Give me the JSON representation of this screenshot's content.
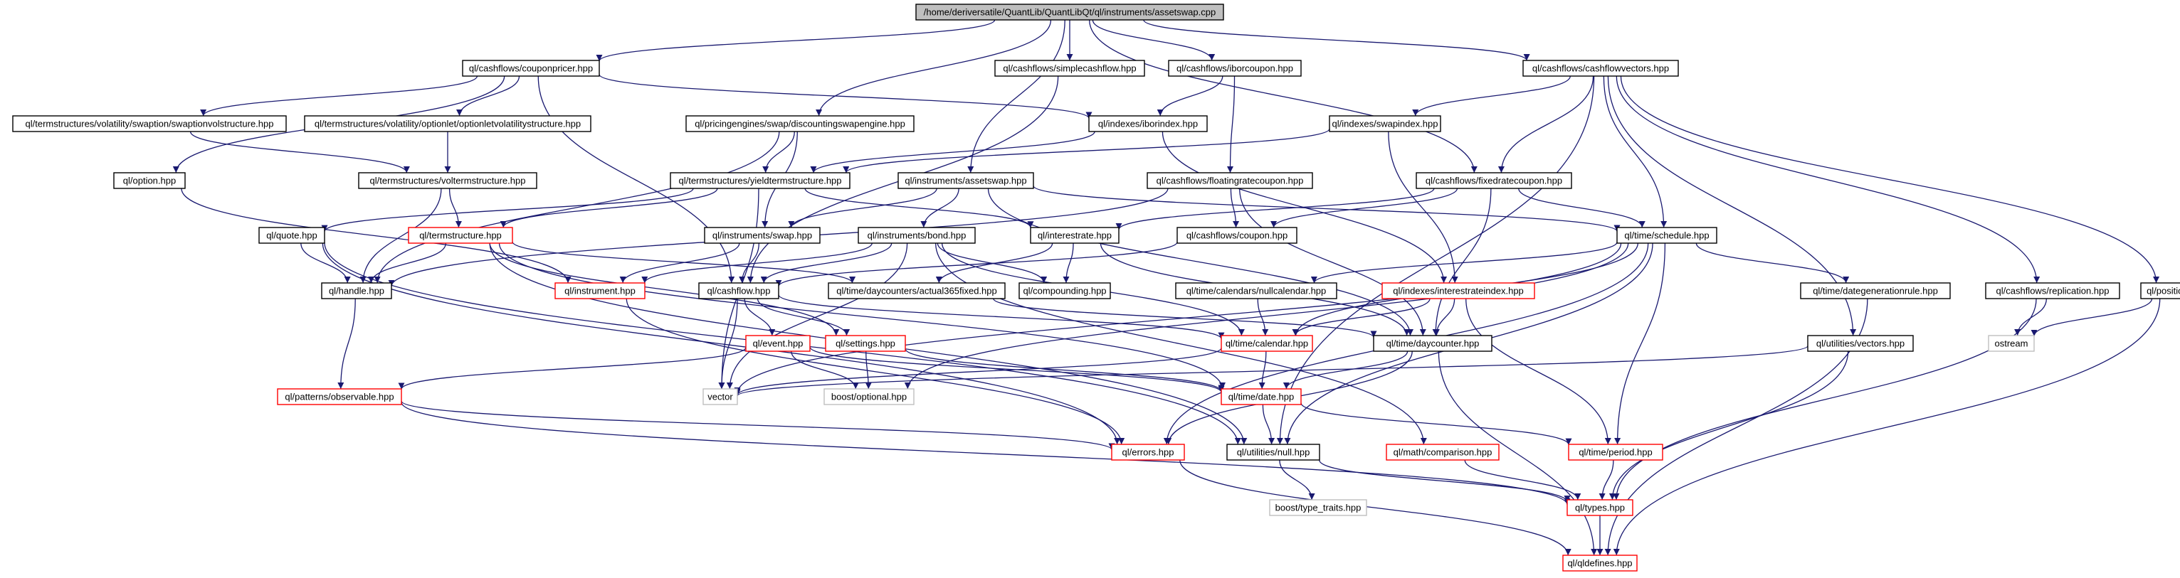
{
  "colors": {
    "edge": "#191970",
    "border_normal": "#000000",
    "border_truncated": "#ff0000",
    "border_external": "#bfbfbf",
    "root_fill": "#bfbfbf",
    "fill": "#ffffff"
  },
  "nodes": [
    {
      "id": "root",
      "label": "/home/deriversatile/QuantLib/QuantLibQt/ql/instruments/assetswap.cpp",
      "kind": "root"
    },
    {
      "id": "couponpricer",
      "label": "ql/cashflows/couponpricer.hpp",
      "kind": "normal"
    },
    {
      "id": "simplecashflow",
      "label": "ql/cashflows/simplecashflow.hpp",
      "kind": "normal"
    },
    {
      "id": "iborcoupon",
      "label": "ql/cashflows/iborcoupon.hpp",
      "kind": "normal"
    },
    {
      "id": "cashflowvectors",
      "label": "ql/cashflows/cashflowvectors.hpp",
      "kind": "normal"
    },
    {
      "id": "swaptionvol",
      "label": "ql/termstructures/volatility/swaption/swaptionvolstructure.hpp",
      "kind": "normal"
    },
    {
      "id": "optionletvol",
      "label": "ql/termstructures/volatility/optionlet/optionletvolatilitystructure.hpp",
      "kind": "normal"
    },
    {
      "id": "discountingswapengine",
      "label": "ql/pricingengines/swap/discountingswapengine.hpp",
      "kind": "normal"
    },
    {
      "id": "iborindex",
      "label": "ql/indexes/iborindex.hpp",
      "kind": "normal"
    },
    {
      "id": "swapindex",
      "label": "ql/indexes/swapindex.hpp",
      "kind": "normal"
    },
    {
      "id": "option",
      "label": "ql/option.hpp",
      "kind": "normal"
    },
    {
      "id": "voltermstructure",
      "label": "ql/termstructures/voltermstructure.hpp",
      "kind": "normal"
    },
    {
      "id": "yieldtermstructure",
      "label": "ql/termstructures/yieldtermstructure.hpp",
      "kind": "normal"
    },
    {
      "id": "assetswap",
      "label": "ql/instruments/assetswap.hpp",
      "kind": "normal"
    },
    {
      "id": "floatingratecoupon",
      "label": "ql/cashflows/floatingratecoupon.hpp",
      "kind": "normal"
    },
    {
      "id": "fixedratecoupon",
      "label": "ql/cashflows/fixedratecoupon.hpp",
      "kind": "normal"
    },
    {
      "id": "quote",
      "label": "ql/quote.hpp",
      "kind": "normal"
    },
    {
      "id": "termstructure",
      "label": "ql/termstructure.hpp",
      "kind": "truncated"
    },
    {
      "id": "swap",
      "label": "ql/instruments/swap.hpp",
      "kind": "normal"
    },
    {
      "id": "bond",
      "label": "ql/instruments/bond.hpp",
      "kind": "normal"
    },
    {
      "id": "interestrate",
      "label": "ql/interestrate.hpp",
      "kind": "normal"
    },
    {
      "id": "coupon",
      "label": "ql/cashflows/coupon.hpp",
      "kind": "normal"
    },
    {
      "id": "schedule",
      "label": "ql/time/schedule.hpp",
      "kind": "normal"
    },
    {
      "id": "handle",
      "label": "ql/handle.hpp",
      "kind": "normal"
    },
    {
      "id": "instrument",
      "label": "ql/instrument.hpp",
      "kind": "truncated"
    },
    {
      "id": "cashflow",
      "label": "ql/cashflow.hpp",
      "kind": "normal"
    },
    {
      "id": "actual365fixed",
      "label": "ql/time/daycounters/actual365fixed.hpp",
      "kind": "normal"
    },
    {
      "id": "compounding",
      "label": "ql/compounding.hpp",
      "kind": "normal"
    },
    {
      "id": "nullcalendar",
      "label": "ql/time/calendars/nullcalendar.hpp",
      "kind": "normal"
    },
    {
      "id": "interestrateindex",
      "label": "ql/indexes/interestrateindex.hpp",
      "kind": "truncated"
    },
    {
      "id": "dategenerationrule",
      "label": "ql/time/dategenerationrule.hpp",
      "kind": "normal"
    },
    {
      "id": "replication",
      "label": "ql/cashflows/replication.hpp",
      "kind": "normal"
    },
    {
      "id": "position",
      "label": "ql/position.hpp",
      "kind": "normal"
    },
    {
      "id": "event",
      "label": "ql/event.hpp",
      "kind": "truncated"
    },
    {
      "id": "settings",
      "label": "ql/settings.hpp",
      "kind": "truncated"
    },
    {
      "id": "calendar",
      "label": "ql/time/calendar.hpp",
      "kind": "truncated"
    },
    {
      "id": "daycounter",
      "label": "ql/time/daycounter.hpp",
      "kind": "normal"
    },
    {
      "id": "vectors",
      "label": "ql/utilities/vectors.hpp",
      "kind": "normal"
    },
    {
      "id": "ostream",
      "label": "ostream",
      "kind": "external"
    },
    {
      "id": "observable",
      "label": "ql/patterns/observable.hpp",
      "kind": "truncated"
    },
    {
      "id": "vector",
      "label": "vector",
      "kind": "external"
    },
    {
      "id": "optional",
      "label": "boost/optional.hpp",
      "kind": "external"
    },
    {
      "id": "date",
      "label": "ql/time/date.hpp",
      "kind": "truncated"
    },
    {
      "id": "errors",
      "label": "ql/errors.hpp",
      "kind": "truncated"
    },
    {
      "id": "null",
      "label": "ql/utilities/null.hpp",
      "kind": "normal"
    },
    {
      "id": "comparison",
      "label": "ql/math/comparison.hpp",
      "kind": "truncated"
    },
    {
      "id": "period",
      "label": "ql/time/period.hpp",
      "kind": "truncated"
    },
    {
      "id": "type_traits",
      "label": "boost/type_traits.hpp",
      "kind": "external"
    },
    {
      "id": "types",
      "label": "ql/types.hpp",
      "kind": "truncated"
    },
    {
      "id": "qldefines",
      "label": "ql/qldefines.hpp",
      "kind": "truncated"
    }
  ],
  "edges": [
    [
      "root",
      "couponpricer"
    ],
    [
      "root",
      "simplecashflow"
    ],
    [
      "root",
      "iborcoupon"
    ],
    [
      "root",
      "cashflowvectors"
    ],
    [
      "root",
      "discountingswapengine"
    ],
    [
      "root",
      "assetswap"
    ],
    [
      "root",
      "fixedratecoupon"
    ],
    [
      "couponpricer",
      "swaptionvol"
    ],
    [
      "couponpricer",
      "optionletvol"
    ],
    [
      "couponpricer",
      "iborindex"
    ],
    [
      "couponpricer",
      "option"
    ],
    [
      "couponpricer",
      "cashflow"
    ],
    [
      "iborcoupon",
      "iborindex"
    ],
    [
      "iborcoupon",
      "floatingratecoupon"
    ],
    [
      "cashflowvectors",
      "swapindex"
    ],
    [
      "cashflowvectors",
      "fixedratecoupon"
    ],
    [
      "cashflowvectors",
      "schedule"
    ],
    [
      "cashflowvectors",
      "replication"
    ],
    [
      "cashflowvectors",
      "position"
    ],
    [
      "cashflowvectors",
      "vectors"
    ],
    [
      "cashflowvectors",
      "null"
    ],
    [
      "swaptionvol",
      "voltermstructure"
    ],
    [
      "optionletvol",
      "voltermstructure"
    ],
    [
      "discountingswapengine",
      "yieldtermstructure"
    ],
    [
      "discountingswapengine",
      "swap"
    ],
    [
      "discountingswapengine",
      "handle"
    ],
    [
      "iborindex",
      "yieldtermstructure"
    ],
    [
      "iborindex",
      "interestrateindex"
    ],
    [
      "swapindex",
      "yieldtermstructure"
    ],
    [
      "swapindex",
      "interestrateindex"
    ],
    [
      "simplecashflow",
      "cashflow"
    ],
    [
      "option",
      "instrument"
    ],
    [
      "voltermstructure",
      "termstructure"
    ],
    [
      "voltermstructure",
      "handle"
    ],
    [
      "yieldtermstructure",
      "termstructure"
    ],
    [
      "yieldtermstructure",
      "interestrate"
    ],
    [
      "yieldtermstructure",
      "quote"
    ],
    [
      "yieldtermstructure",
      "vector"
    ],
    [
      "assetswap",
      "swap"
    ],
    [
      "assetswap",
      "bond"
    ],
    [
      "assetswap",
      "schedule"
    ],
    [
      "assetswap",
      "daycounter"
    ],
    [
      "floatingratecoupon",
      "coupon"
    ],
    [
      "floatingratecoupon",
      "daycounter"
    ],
    [
      "floatingratecoupon",
      "handle"
    ],
    [
      "fixedratecoupon",
      "coupon"
    ],
    [
      "fixedratecoupon",
      "interestrate"
    ],
    [
      "fixedratecoupon",
      "schedule"
    ],
    [
      "fixedratecoupon",
      "daycounter"
    ],
    [
      "quote",
      "handle"
    ],
    [
      "quote",
      "errors"
    ],
    [
      "quote",
      "null"
    ],
    [
      "termstructure",
      "handle"
    ],
    [
      "termstructure",
      "settings"
    ],
    [
      "termstructure",
      "actual365fixed"
    ],
    [
      "termstructure",
      "date"
    ],
    [
      "termstructure",
      "null"
    ],
    [
      "swap",
      "cashflow"
    ],
    [
      "swap",
      "instrument"
    ],
    [
      "bond",
      "cashflow"
    ],
    [
      "bond",
      "instrument"
    ],
    [
      "bond",
      "compounding"
    ],
    [
      "bond",
      "calendar"
    ],
    [
      "bond",
      "vector"
    ],
    [
      "bond",
      "comparison"
    ],
    [
      "interestrate",
      "compounding"
    ],
    [
      "interestrate",
      "daycounter"
    ],
    [
      "interestrate",
      "actual365fixed"
    ],
    [
      "coupon",
      "cashflow"
    ],
    [
      "schedule",
      "nullcalendar"
    ],
    [
      "schedule",
      "dategenerationrule"
    ],
    [
      "schedule",
      "calendar"
    ],
    [
      "schedule",
      "optional"
    ],
    [
      "schedule",
      "vector"
    ],
    [
      "schedule",
      "period"
    ],
    [
      "schedule",
      "errors"
    ],
    [
      "schedule",
      "null"
    ],
    [
      "handle",
      "observable"
    ],
    [
      "instrument",
      "errors"
    ],
    [
      "cashflow",
      "event"
    ],
    [
      "cashflow",
      "vector"
    ],
    [
      "cashflow",
      "calendar"
    ],
    [
      "cashflow",
      "settings"
    ],
    [
      "actual365fixed",
      "daycounter"
    ],
    [
      "nullcalendar",
      "calendar"
    ],
    [
      "interestrateindex",
      "calendar"
    ],
    [
      "interestrateindex",
      "daycounter"
    ],
    [
      "interestrateindex",
      "period"
    ],
    [
      "dategenerationrule",
      "qldefines"
    ],
    [
      "replication",
      "ostream"
    ],
    [
      "replication",
      "types"
    ],
    [
      "position",
      "ostream"
    ],
    [
      "position",
      "qldefines"
    ],
    [
      "event",
      "observable"
    ],
    [
      "event",
      "date"
    ],
    [
      "event",
      "optional"
    ],
    [
      "settings",
      "date"
    ],
    [
      "settings",
      "optional"
    ],
    [
      "calendar",
      "date"
    ],
    [
      "calendar",
      "vector"
    ],
    [
      "daycounter",
      "date"
    ],
    [
      "daycounter",
      "errors"
    ],
    [
      "daycounter",
      "qldefines"
    ],
    [
      "vectors",
      "types"
    ],
    [
      "vectors",
      "vector"
    ],
    [
      "observable",
      "errors"
    ],
    [
      "observable",
      "types"
    ],
    [
      "date",
      "null"
    ],
    [
      "date",
      "period"
    ],
    [
      "errors",
      "qldefines"
    ],
    [
      "null",
      "type_traits"
    ],
    [
      "null",
      "types"
    ],
    [
      "comparison",
      "types"
    ],
    [
      "period",
      "types"
    ],
    [
      "types",
      "qldefines"
    ]
  ]
}
